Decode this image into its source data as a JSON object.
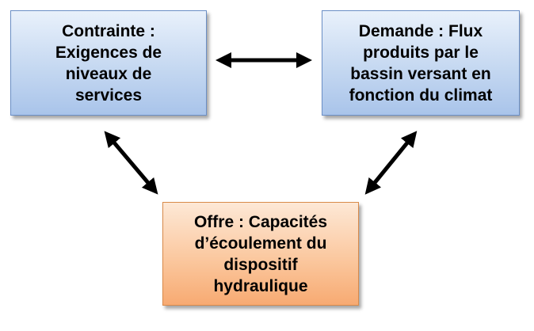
{
  "boxes": {
    "contrainte": "Contrainte :\nExigences de\nniveaux de\nservices",
    "demande": "Demande : Flux\nproduits par le\nbassin versant en\nfonction du climat",
    "offre": "Offre : Capacités\nd’écoulement du\ndispositif\nhydraulique"
  },
  "colors": {
    "blue_fill": "#c5d8f1",
    "blue_border": "#6b8fc6",
    "orange_fill": "#fbc89f",
    "orange_border": "#d98a4a",
    "arrow": "#000000"
  }
}
